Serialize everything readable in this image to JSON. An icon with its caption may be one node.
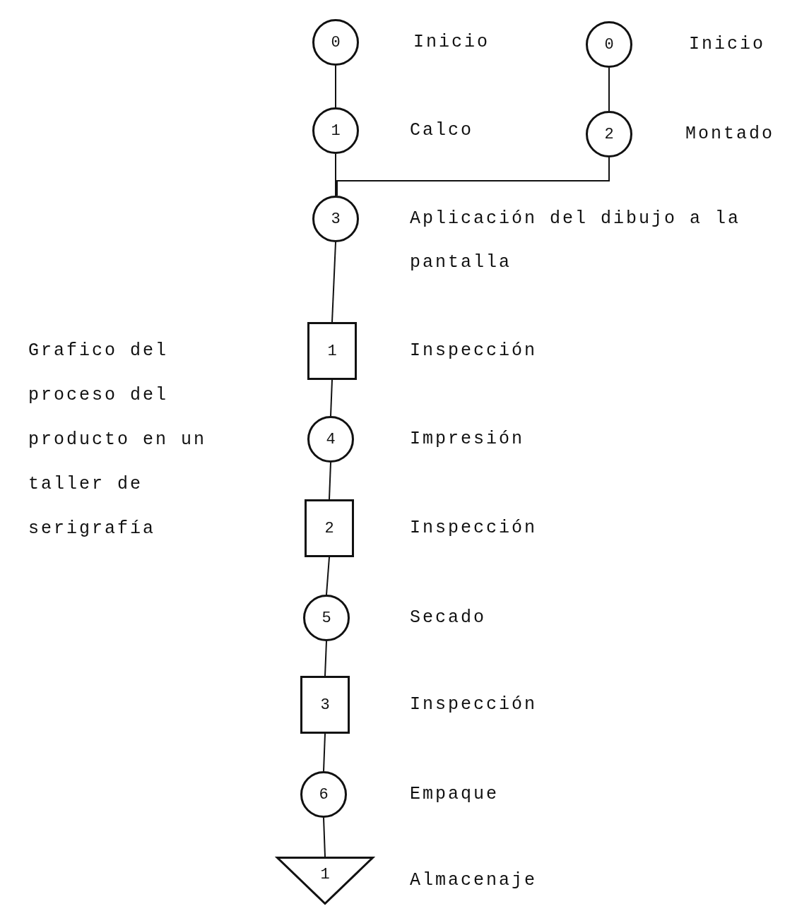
{
  "diagram": {
    "nodes": [
      {
        "text": [
          "0"
        ],
        "beside": [
          "Inicio"
        ]
      },
      {
        "text": [
          "0"
        ],
        "beside": [
          "Inicio"
        ]
      },
      {
        "text": [
          "1"
        ],
        "beside": [
          "Calco"
        ]
      },
      {
        "text": [
          "2"
        ],
        "beside": [
          "Montado"
        ]
      },
      {
        "text": [
          "3"
        ],
        "beside": [
          "Aplicación del dibujo a la pantalla"
        ]
      },
      {
        "text": [
          "1"
        ],
        "beside": [
          "Inspección"
        ]
      },
      {
        "text": [
          "4"
        ],
        "beside": [
          "Impresión"
        ]
      },
      {
        "text": [
          "2"
        ],
        "beside": [
          "Inspección"
        ]
      },
      {
        "text": [
          "5"
        ],
        "beside": [
          "Secado"
        ]
      },
      {
        "text": [
          "3"
        ],
        "beside": [
          "Inspección"
        ]
      },
      {
        "text": [
          "6"
        ],
        "beside": [
          "Empaque"
        ]
      },
      {
        "text": [
          "1"
        ],
        "beside": [
          "Almacenaje"
        ]
      }
    ],
    "edges": [
      {
        "from": 0,
        "to": 2,
        "arrow": "none"
      },
      {
        "from": 1,
        "to": 3,
        "arrow": "none"
      },
      {
        "from": 2,
        "to": 4,
        "arrow": "none"
      },
      {
        "from": 3,
        "to": 4,
        "arrow": "none"
      },
      {
        "from": 4,
        "to": 5,
        "arrow": "none"
      },
      {
        "from": 5,
        "to": 6,
        "arrow": "none"
      },
      {
        "from": 6,
        "to": 7,
        "arrow": "none"
      },
      {
        "from": 7,
        "to": 8,
        "arrow": "none"
      },
      {
        "from": 8,
        "to": 9,
        "arrow": "none"
      },
      {
        "from": 9,
        "to": 10,
        "arrow": "none"
      },
      {
        "from": 10,
        "to": 11,
        "arrow": "none"
      }
    ],
    "labels": [
      "Grafico del proceso del producto en un taller de serigrafía"
    ]
  }
}
